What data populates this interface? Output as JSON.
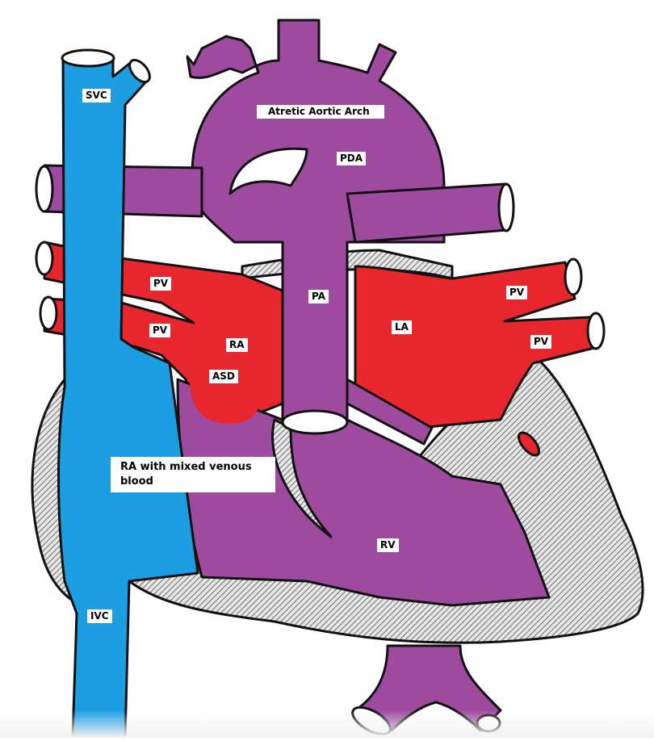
{
  "title": "Hypoplastic left heart with atretic aortic arch — blood flow diagram",
  "colors": {
    "systemic_venous": "#1d9ee3",
    "mixed": "#9e4a9e",
    "oxygenated": "#e8262e",
    "myocardium_hatch": "#d9d9d9",
    "outline": "#111111"
  },
  "labels": {
    "svc": "SVC",
    "atretic_aortic_arch": "Atretic Aortic Arch",
    "pda": "PDA",
    "pv_right_upper": "PV",
    "pv_right_lower": "PV",
    "pa": "PA",
    "ra": "RA",
    "la": "LA",
    "pv_left_upper": "PV",
    "pv_left_lower": "PV",
    "asd": "ASD",
    "ra_mixed": "RA with mixed venous blood",
    "rv": "RV",
    "ivc": "IVC"
  }
}
